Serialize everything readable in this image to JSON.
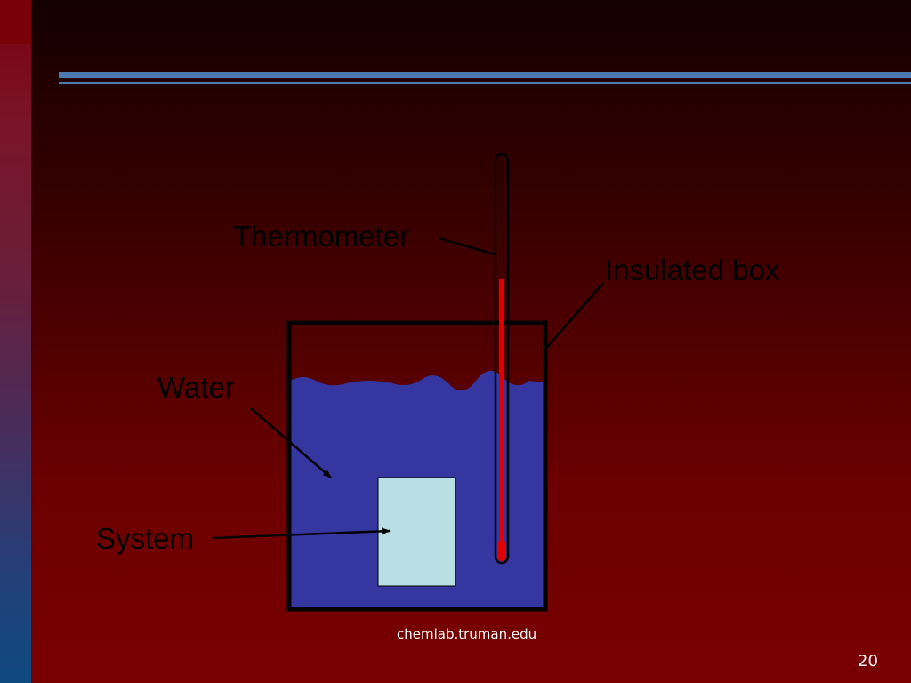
{
  "diagram": {
    "labels": {
      "thermometer": "Thermometer",
      "insulated_box": "Insulated box",
      "water": "Water",
      "system": "System"
    },
    "colors": {
      "water": "#3636a0",
      "system": "#b8e0e4",
      "mercury": "#e00000",
      "box_outline": "#000000"
    }
  },
  "footer": {
    "credit": "chemlab.truman.edu",
    "page_number": "20"
  },
  "theme": {
    "accent_rule": "#4a7ab0"
  }
}
